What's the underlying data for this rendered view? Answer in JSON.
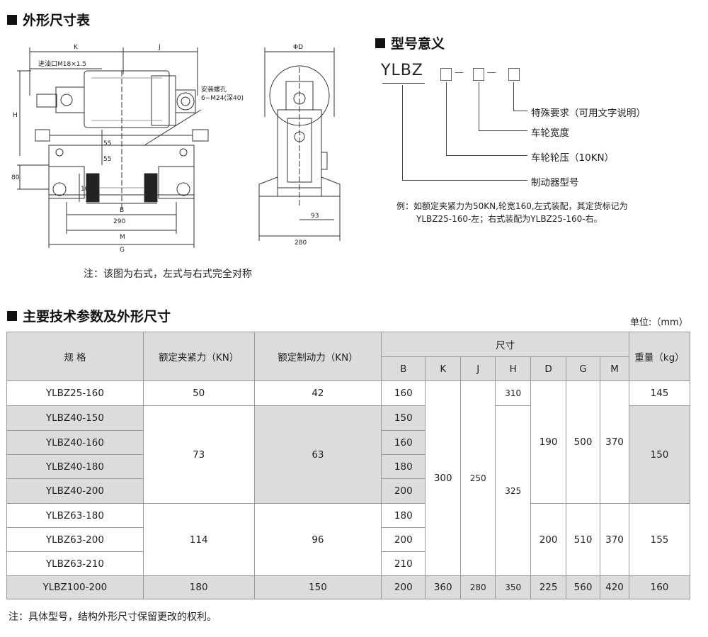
{
  "titles": {
    "outline": "外形尺寸表",
    "model_meaning": "型号意义",
    "main_params": "主要技术参数及外形尺寸"
  },
  "drawing": {
    "labels": {
      "k": "K",
      "j": "J",
      "h": "H",
      "phi_d": "ΦD",
      "oil_port": "进油口M18×1.5",
      "mount_hole_1": "安装螺孔",
      "mount_hole_2": "6−M24(深40)",
      "dim_80": "80",
      "dim_55a": "55",
      "dim_55b": "55",
      "dim_100": "100",
      "b": "B",
      "dim_290": "290",
      "m": "M",
      "g": "G",
      "dim_93": "93",
      "dim_280": "280"
    },
    "note": "注：该图为右式，左式与右式完全对称"
  },
  "model": {
    "code": "YLBZ",
    "dash1": "—",
    "dash2": "—",
    "items": [
      "特殊要求（可用文字说明）",
      "车轮宽度",
      "车轮轮压（10KN）",
      "制动器型号"
    ],
    "example_line1": "例：如额定夹紧力为50KN,轮宽160,左式装配，其定货标记为",
    "example_line2": "YLBZ25-160-左；右式装配为YLBZ25-160-右。"
  },
  "table": {
    "unit": "单位:（mm）",
    "headers": {
      "spec": "规    格",
      "clamp": "额定夹紧力（KN）",
      "brake": "额定制动力（KN）",
      "size": "尺寸",
      "weight": "重量（kg）",
      "cols": [
        "B",
        "K",
        "J",
        "H",
        "D",
        "G",
        "M"
      ]
    },
    "models": [
      "YLBZ25-160",
      "YLBZ40-150",
      "YLBZ40-160",
      "YLBZ40-180",
      "YLBZ40-200",
      "YLBZ63-180",
      "YLBZ63-200",
      "YLBZ63-210",
      "YLBZ100-200"
    ],
    "clamp": [
      "50",
      "73",
      "114",
      "180"
    ],
    "brake": [
      "42",
      "63",
      "96",
      "150"
    ],
    "b": [
      "160",
      "150",
      "160",
      "180",
      "200",
      "180",
      "200",
      "210",
      "200"
    ],
    "k": [
      "300",
      "360"
    ],
    "j": [
      "250",
      "280"
    ],
    "h": [
      "310",
      "325",
      "350"
    ],
    "d": [
      "190",
      "200",
      "225"
    ],
    "g": [
      "500",
      "510",
      "560"
    ],
    "m": [
      "370",
      "370",
      "420"
    ],
    "weight": [
      "145",
      "150",
      "155",
      "160"
    ]
  },
  "footnote": "注：具体型号，结构外形尺寸保留更改的权利。"
}
